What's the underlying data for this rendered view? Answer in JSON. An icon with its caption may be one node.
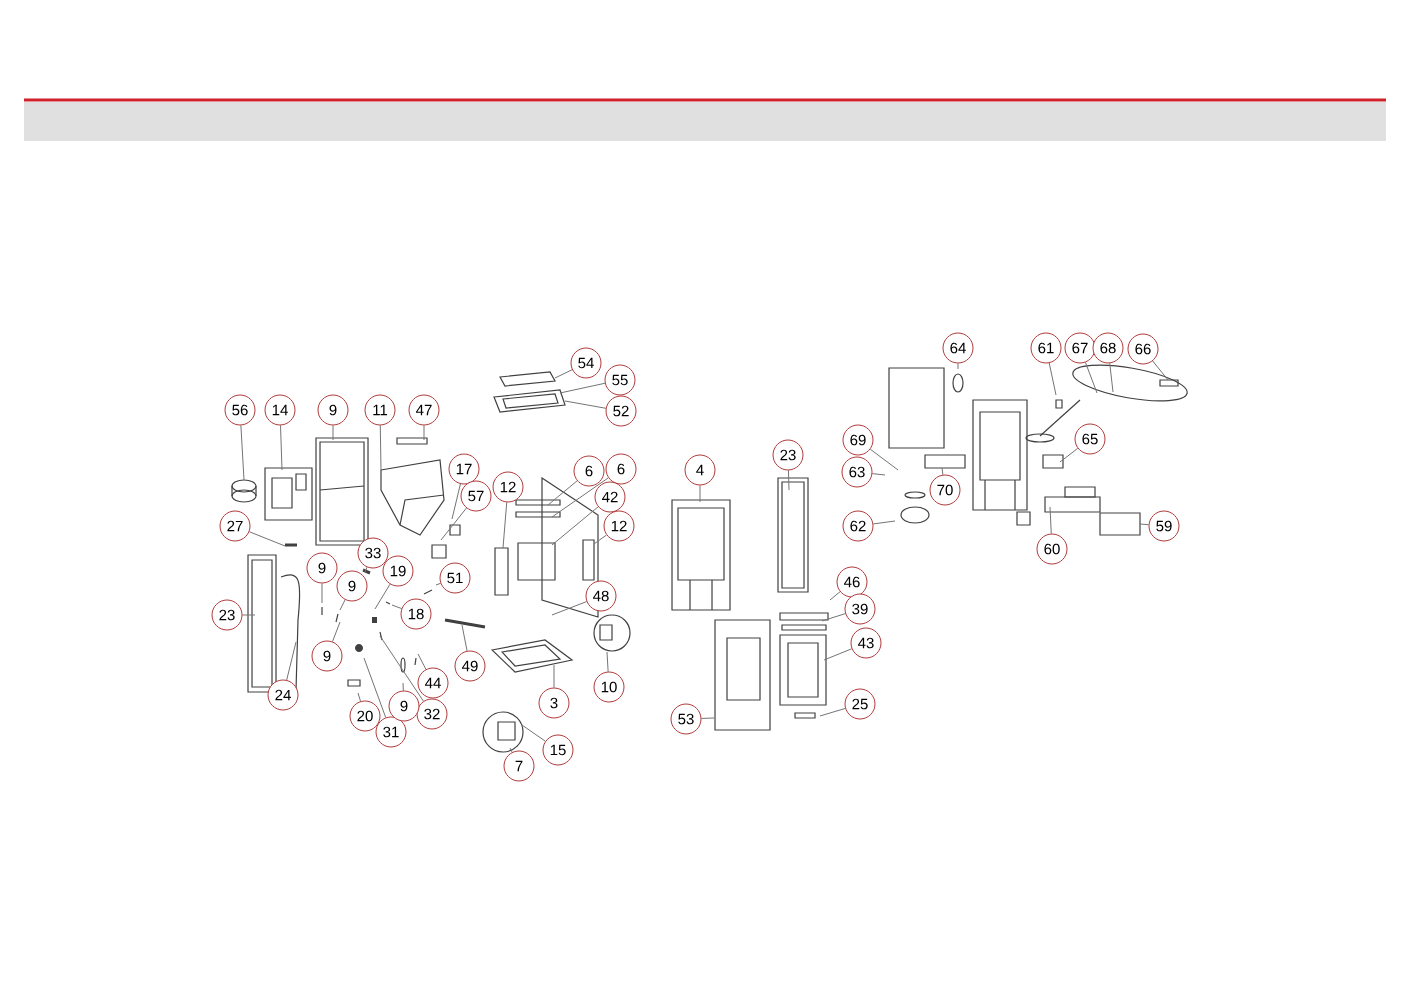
{
  "diagram": {
    "nodes": [
      {
        "text": [
          "56"
        ]
      },
      {
        "text": [
          "14"
        ]
      },
      {
        "text": [
          "9"
        ]
      },
      {
        "text": [
          "11"
        ]
      },
      {
        "text": [
          "47"
        ]
      },
      {
        "text": [
          "54"
        ]
      },
      {
        "text": [
          "55"
        ]
      },
      {
        "text": [
          "52"
        ]
      },
      {
        "text": [
          "17"
        ]
      },
      {
        "text": [
          "57"
        ]
      },
      {
        "text": [
          "12"
        ]
      },
      {
        "text": [
          "6"
        ]
      },
      {
        "text": [
          "6"
        ]
      },
      {
        "text": [
          "42"
        ]
      },
      {
        "text": [
          "27"
        ]
      },
      {
        "text": [
          "12"
        ]
      },
      {
        "text": [
          "33"
        ]
      },
      {
        "text": [
          "19"
        ]
      },
      {
        "text": [
          "51"
        ]
      },
      {
        "text": [
          "9"
        ]
      },
      {
        "text": [
          "9"
        ]
      },
      {
        "text": [
          "23"
        ]
      },
      {
        "text": [
          "18"
        ]
      },
      {
        "text": [
          "48"
        ]
      },
      {
        "text": [
          "9"
        ]
      },
      {
        "text": [
          "49"
        ]
      },
      {
        "text": [
          "10"
        ]
      },
      {
        "text": [
          "44"
        ]
      },
      {
        "text": [
          "24"
        ]
      },
      {
        "text": [
          "20"
        ]
      },
      {
        "text": [
          "31"
        ]
      },
      {
        "text": [
          "32"
        ]
      },
      {
        "text": [
          "9"
        ]
      },
      {
        "text": [
          "3"
        ]
      },
      {
        "text": [
          "15"
        ]
      },
      {
        "text": [
          "7"
        ]
      },
      {
        "text": [
          "4"
        ]
      },
      {
        "text": [
          "23"
        ]
      },
      {
        "text": [
          "46"
        ]
      },
      {
        "text": [
          "39"
        ]
      },
      {
        "text": [
          "43"
        ]
      },
      {
        "text": [
          "53"
        ]
      },
      {
        "text": [
          "25"
        ]
      },
      {
        "text": [
          "64"
        ]
      },
      {
        "text": [
          "61"
        ]
      },
      {
        "text": [
          "67"
        ]
      },
      {
        "text": [
          "68"
        ]
      },
      {
        "text": [
          "66"
        ]
      },
      {
        "text": [
          "69"
        ]
      },
      {
        "text": [
          "65"
        ]
      },
      {
        "text": [
          "63"
        ]
      },
      {
        "text": [
          "70"
        ]
      },
      {
        "text": [
          "62"
        ]
      },
      {
        "text": [
          "59"
        ]
      },
      {
        "text": [
          "60"
        ]
      }
    ],
    "edges": [
      {
        "from": 0,
        "to": null,
        "arrow": "none"
      },
      {
        "from": 1,
        "to": null,
        "arrow": "none"
      },
      {
        "from": 2,
        "to": null,
        "arrow": "none"
      },
      {
        "from": 3,
        "to": null,
        "arrow": "none"
      },
      {
        "from": 4,
        "to": null,
        "arrow": "none"
      },
      {
        "from": 5,
        "to": null,
        "arrow": "none"
      },
      {
        "from": 6,
        "to": null,
        "arrow": "none"
      },
      {
        "from": 7,
        "to": null,
        "arrow": "none"
      },
      {
        "from": 8,
        "to": null,
        "arrow": "none"
      },
      {
        "from": 9,
        "to": null,
        "arrow": "none"
      },
      {
        "from": 10,
        "to": null,
        "arrow": "none"
      },
      {
        "from": 11,
        "to": null,
        "arrow": "none"
      },
      {
        "from": 12,
        "to": null,
        "arrow": "none"
      },
      {
        "from": 13,
        "to": null,
        "arrow": "none"
      },
      {
        "from": 14,
        "to": null,
        "arrow": "none"
      },
      {
        "from": 15,
        "to": null,
        "arrow": "none"
      },
      {
        "from": 16,
        "to": null,
        "arrow": "none"
      },
      {
        "from": 17,
        "to": null,
        "arrow": "none"
      },
      {
        "from": 18,
        "to": null,
        "arrow": "none"
      },
      {
        "from": 19,
        "to": null,
        "arrow": "none"
      },
      {
        "from": 20,
        "to": null,
        "arrow": "none"
      },
      {
        "from": 21,
        "to": null,
        "arrow": "none"
      },
      {
        "from": 22,
        "to": null,
        "arrow": "none"
      },
      {
        "from": 23,
        "to": null,
        "arrow": "none"
      },
      {
        "from": 24,
        "to": null,
        "arrow": "none"
      },
      {
        "from": 25,
        "to": null,
        "arrow": "none"
      },
      {
        "from": 26,
        "to": null,
        "arrow": "none"
      },
      {
        "from": 27,
        "to": null,
        "arrow": "none"
      },
      {
        "from": 28,
        "to": null,
        "arrow": "none"
      },
      {
        "from": 29,
        "to": null,
        "arrow": "none"
      },
      {
        "from": 30,
        "to": null,
        "arrow": "none"
      },
      {
        "from": 31,
        "to": null,
        "arrow": "none"
      },
      {
        "from": 32,
        "to": null,
        "arrow": "none"
      },
      {
        "from": 33,
        "to": null,
        "arrow": "none"
      },
      {
        "from": 34,
        "to": null,
        "arrow": "none"
      },
      {
        "from": 35,
        "to": null,
        "arrow": "none"
      },
      {
        "from": 36,
        "to": null,
        "arrow": "none"
      },
      {
        "from": 37,
        "to": null,
        "arrow": "none"
      },
      {
        "from": 38,
        "to": null,
        "arrow": "none"
      },
      {
        "from": 39,
        "to": null,
        "arrow": "none"
      },
      {
        "from": 40,
        "to": null,
        "arrow": "none"
      },
      {
        "from": 41,
        "to": null,
        "arrow": "none"
      },
      {
        "from": 42,
        "to": null,
        "arrow": "none"
      },
      {
        "from": 43,
        "to": null,
        "arrow": "none"
      },
      {
        "from": 44,
        "to": null,
        "arrow": "none"
      },
      {
        "from": 45,
        "to": null,
        "arrow": "none"
      },
      {
        "from": 46,
        "to": null,
        "arrow": "none"
      },
      {
        "from": 47,
        "to": null,
        "arrow": "none"
      },
      {
        "from": 48,
        "to": null,
        "arrow": "none"
      },
      {
        "from": 49,
        "to": null,
        "arrow": "none"
      },
      {
        "from": 50,
        "to": null,
        "arrow": "none"
      },
      {
        "from": 51,
        "to": null,
        "arrow": "none"
      },
      {
        "from": 52,
        "to": null,
        "arrow": "none"
      },
      {
        "from": 53,
        "to": null,
        "arrow": "none"
      },
      {
        "from": 54,
        "to": null,
        "arrow": "none"
      }
    ]
  }
}
